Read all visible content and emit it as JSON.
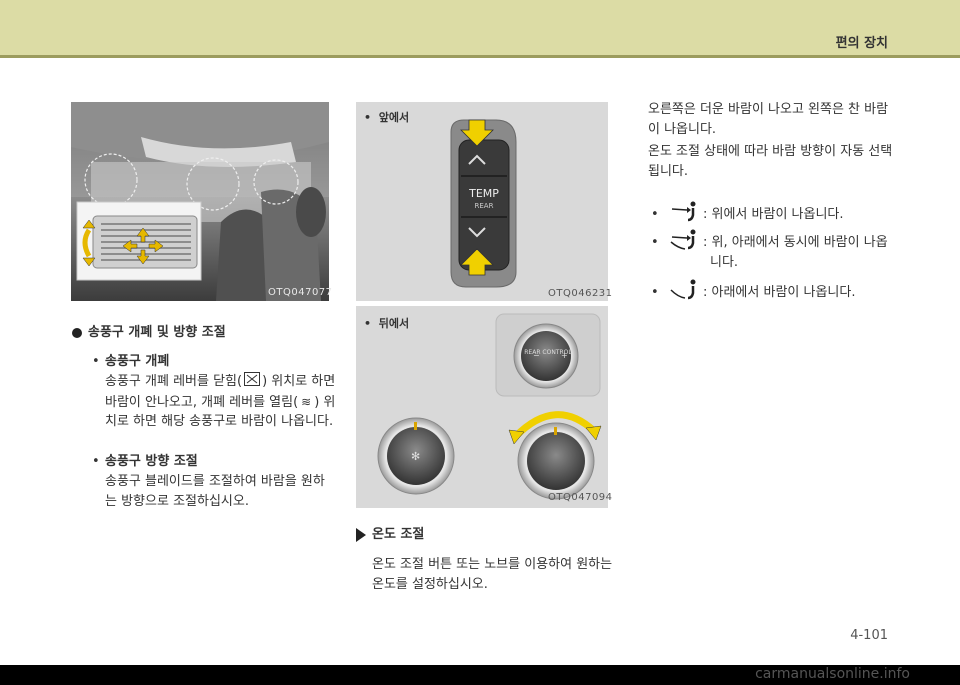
{
  "header": {
    "title": "편의 장치"
  },
  "left": {
    "photo_caption": "OTQ047077",
    "section_title": "송풍구 개폐 및 방향 조절",
    "item1_title": "송풍구 개폐",
    "item1_line1": "송풍구 개폐 레버를 닫힘(",
    "item1_line1_end": ") 위치로 하면",
    "item1_line2": "바람이 안나오고, 개폐 레버를 열림(",
    "item1_line2_end": ") 위",
    "item1_line3": "치로 하면 해당 송풍구로 바람이 나옵니다.",
    "item2_title": "송풍구 방향 조절",
    "item2_line1": "송풍구 블레이드를 조절하여 바람을 원하",
    "item2_line2": "는 방향으로 조절하십시오."
  },
  "middle": {
    "front_label": "앞에서",
    "temp_label": "TEMP",
    "rear_label": "REAR",
    "front_caption": "OTQ046231",
    "rear_label_title": "뒤에서",
    "rear_control_label": "REAR CONTROL",
    "rear_caption": "OTQ047094",
    "section_title": "온도 조절",
    "line1": "온도 조절 버튼 또는 노브를 이용하여 원하는",
    "line2": "온도를 설정하십시오."
  },
  "right": {
    "para_line1": "오른쪽은 더운 바람이 나오고 왼쪽은 찬 바람",
    "para_line2": "이 나옵니다.",
    "para_line3": "온도 조절 상태에 따라 바람 방향이 자동 선택",
    "para_line4": "됩니다.",
    "mode1": ": 위에서 바람이 나옵니다.",
    "mode2_line1": ": 위, 아래에서 동시에 바람이 나옵",
    "mode2_line2": "니다.",
    "mode3": ": 아래에서 바람이 나옵니다."
  },
  "page_number": "4-101",
  "footer_text": "carmanualsonline.info"
}
